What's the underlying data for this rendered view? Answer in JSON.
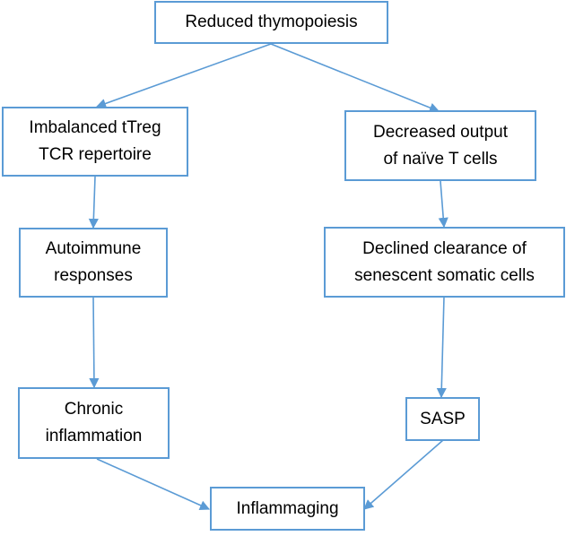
{
  "diagram": {
    "colors": {
      "border": "#5b9bd5",
      "arrow": "#5b9bd5",
      "text": "#000000",
      "background": "#ffffff"
    },
    "nodes": {
      "reduced_thymopoiesis": "Reduced thymopoiesis",
      "imbalanced_ttreg": "Imbalanced tTreg\nTCR repertoire",
      "decreased_output": "Decreased output\nof naïve T cells",
      "autoimmune_responses": "Autoimmune\nresponses",
      "declined_clearance": "Declined clearance of\nsenescent somatic cells",
      "chronic_inflammation": "Chronic\ninflammation",
      "sasp": "SASP",
      "inflammaging": "Inflammaging"
    },
    "edges": [
      {
        "from": "reduced_thymopoiesis",
        "to": "imbalanced_ttreg"
      },
      {
        "from": "reduced_thymopoiesis",
        "to": "decreased_output"
      },
      {
        "from": "imbalanced_ttreg",
        "to": "autoimmune_responses"
      },
      {
        "from": "autoimmune_responses",
        "to": "chronic_inflammation"
      },
      {
        "from": "chronic_inflammation",
        "to": "inflammaging"
      },
      {
        "from": "decreased_output",
        "to": "declined_clearance"
      },
      {
        "from": "declined_clearance",
        "to": "sasp"
      },
      {
        "from": "sasp",
        "to": "inflammaging"
      }
    ]
  }
}
